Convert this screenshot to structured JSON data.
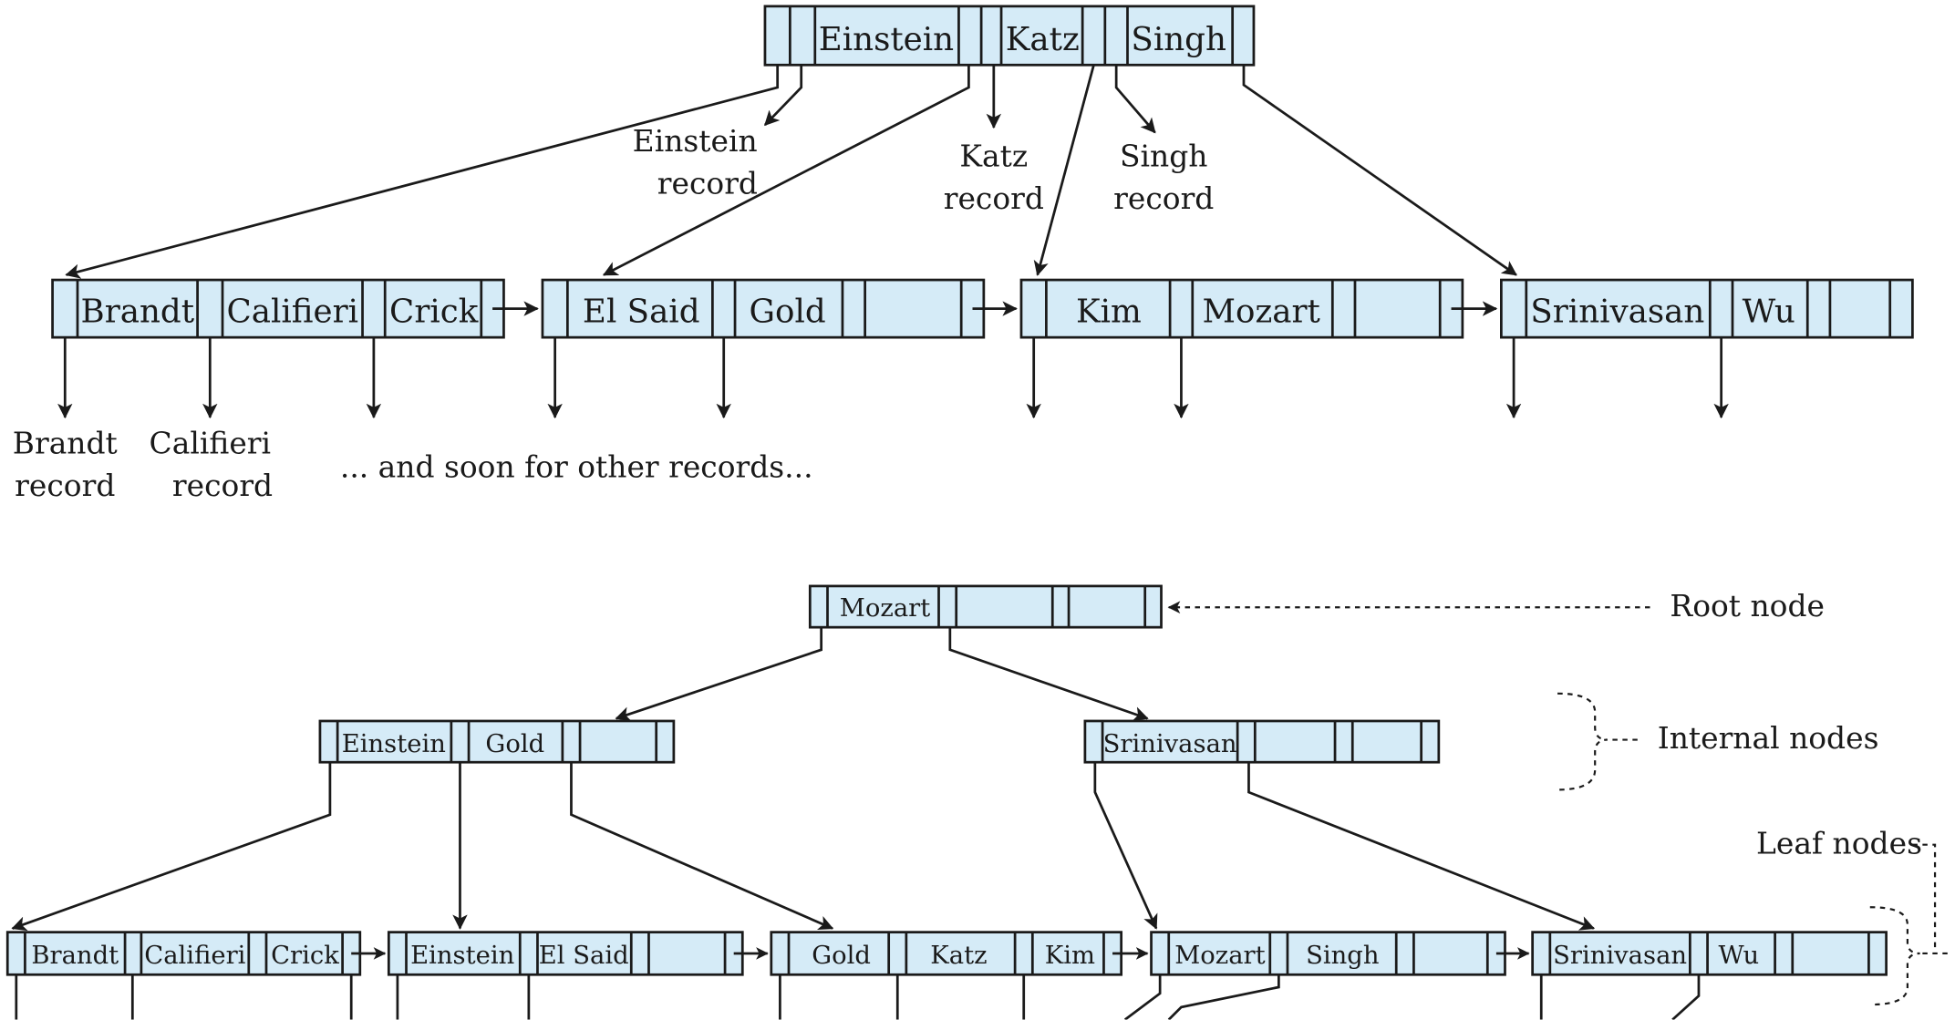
{
  "top_tree": {
    "root_keys": [
      "Einstein",
      "Katz",
      "Singh"
    ],
    "leaves": [
      [
        "Brandt",
        "Califieri",
        "Crick"
      ],
      [
        "El Said",
        "Gold",
        ""
      ],
      [
        "Kim",
        "Mozart",
        ""
      ],
      [
        "Srinivasan",
        "Wu",
        ""
      ]
    ],
    "root_record_labels": [
      {
        "line1": "Einstein",
        "line2": "record"
      },
      {
        "line1": "Katz",
        "line2": "record"
      },
      {
        "line1": "Singh",
        "line2": "record"
      }
    ],
    "leaf_record_labels": [
      {
        "line1": "Brandt",
        "line2": "record"
      },
      {
        "line1": "Califieri",
        "line2": "record"
      }
    ],
    "continuation": "... and soon for other records..."
  },
  "bottom_tree": {
    "root_keys": [
      "Mozart",
      "",
      ""
    ],
    "internal_nodes": [
      [
        "Einstein",
        "Gold",
        ""
      ],
      [
        "Srinivasan",
        "",
        ""
      ]
    ],
    "leaves": [
      [
        "Brandt",
        "Califieri",
        "Crick"
      ],
      [
        "Einstein",
        "El Said",
        ""
      ],
      [
        "Gold",
        "Katz",
        "Kim"
      ],
      [
        "Mozart",
        "Singh",
        ""
      ],
      [
        "Srinivasan",
        "Wu",
        ""
      ]
    ],
    "annotations": {
      "root": "Root node",
      "internal": "Internal nodes",
      "leaf": "Leaf nodes"
    }
  },
  "colors": {
    "node_fill": "#d5ebf7",
    "stroke": "#1a1a1a"
  }
}
